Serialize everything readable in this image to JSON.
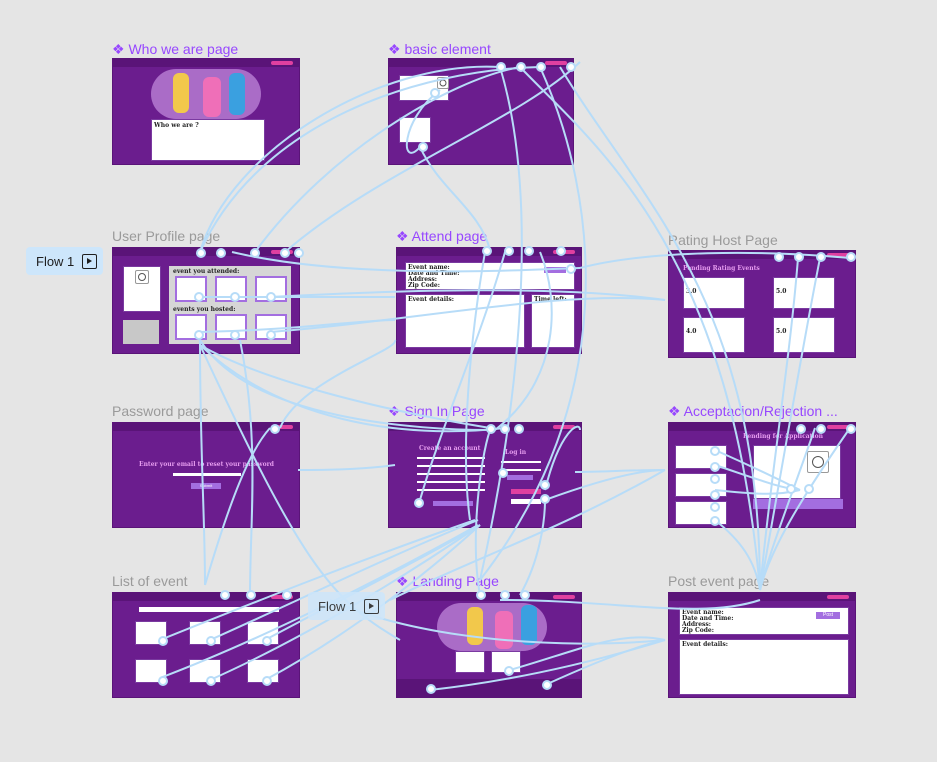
{
  "frames": {
    "who_we_are": {
      "label": "Who we are page",
      "heading": "Who we are ?"
    },
    "basic_element": {
      "label": "basic element"
    },
    "user_profile": {
      "label": "User Profile page",
      "section1": "event you attended:",
      "section2": "events you hosted:"
    },
    "attend": {
      "label": "Attend page",
      "line1": "Event name:",
      "line2": "Date and Time:",
      "line3": "Address:",
      "line4": "Zip Code:",
      "details": "Event details:",
      "timeleft": "Time left:"
    },
    "rating_host": {
      "label": "Rating Host Page",
      "title": "Pending Rating Events",
      "score1": "3.0",
      "score2": "5.0",
      "score3": "4.0",
      "score4": "5.0"
    },
    "password": {
      "label": "Password page",
      "prompt": "Enter your email to reset your password",
      "button": "Submit"
    },
    "sign_in": {
      "label": "Sign In Page",
      "create": "Create an account",
      "login": "Log in"
    },
    "acceptation": {
      "label": "Acceptacion/Rejection ...",
      "title": "Pending for Application"
    },
    "list_event": {
      "label": "List of event"
    },
    "landing": {
      "label": "Landing Page"
    },
    "post_event": {
      "label": "Post event page",
      "line1": "Event name:",
      "line2": "Date and Time:",
      "line3": "Address:",
      "line4": "Zip Code:",
      "details": "Event details:",
      "button": "Post"
    }
  },
  "flows": [
    {
      "label": "Flow 1"
    },
    {
      "label": "Flow 1"
    }
  ],
  "colors": {
    "frame_bg": "#6b1d8e",
    "canvas_bg": "#e5e5e5",
    "component_label": "#9747ff",
    "connector": "#b7dcf8",
    "accent_pink": "#e040a0"
  },
  "icons": [
    "component-icon",
    "prototype-flow-icon",
    "avatar-icon"
  ]
}
